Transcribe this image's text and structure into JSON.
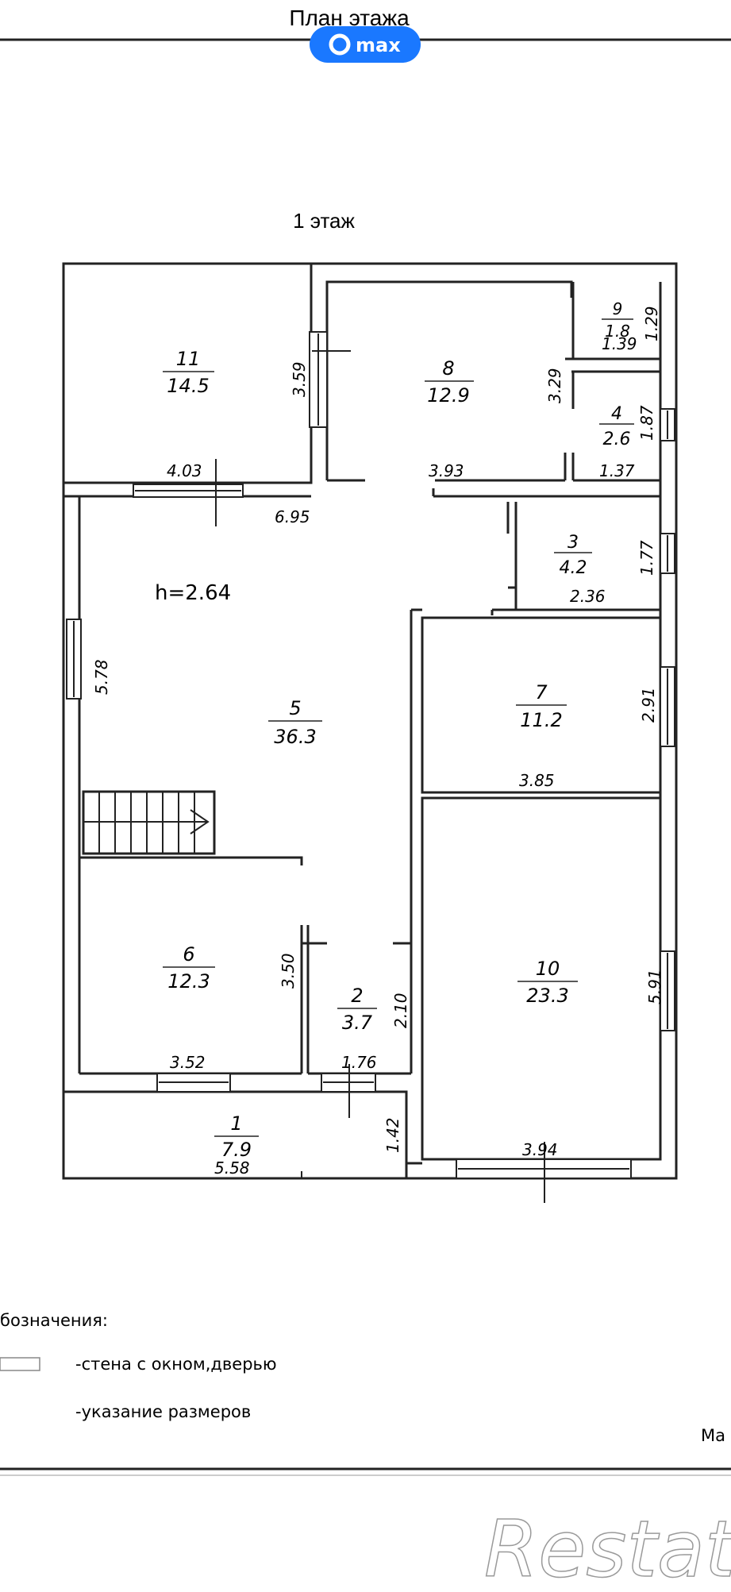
{
  "header": {
    "title": "План этажа",
    "badge_label": "max",
    "badge_color": "#1a78ff"
  },
  "floor": {
    "label": "1 этаж",
    "ceiling_height": "h=2.64"
  },
  "rooms": [
    {
      "id": "room-1",
      "number": "1",
      "area": "7.9"
    },
    {
      "id": "room-2",
      "number": "2",
      "area": "3.7"
    },
    {
      "id": "room-3",
      "number": "3",
      "area": "4.2"
    },
    {
      "id": "room-4",
      "number": "4",
      "area": "2.6"
    },
    {
      "id": "room-5",
      "number": "5",
      "area": "36.3"
    },
    {
      "id": "room-6",
      "number": "6",
      "area": "12.3"
    },
    {
      "id": "room-7",
      "number": "7",
      "area": "11.2"
    },
    {
      "id": "room-8",
      "number": "8",
      "area": "12.9"
    },
    {
      "id": "room-9",
      "number": "9",
      "area": "1.8"
    },
    {
      "id": "room-10",
      "number": "10",
      "area": "23.3"
    },
    {
      "id": "room-11",
      "number": "11",
      "area": "14.5"
    }
  ],
  "dimensions": {
    "d_403": "4.03",
    "d_359": "3.59",
    "d_695": "6.95",
    "d_393": "3.93",
    "d_329": "3.29",
    "d_129": "1.29",
    "d_139": "1.39",
    "d_187": "1.87",
    "d_137": "1.37",
    "d_177": "1.77",
    "d_236": "2.36",
    "d_578": "5.78",
    "d_291": "2.91",
    "d_385": "3.85",
    "d_350": "3.50",
    "d_210": "2.10",
    "d_176": "1.76",
    "d_352": "3.52",
    "d_591": "5.91",
    "d_142": "1.42",
    "d_558": "5.58",
    "d_394": "3.94"
  },
  "legend": {
    "title": "бозначения:",
    "item_window": "-стена с окном,дверью",
    "item_dimensions": "-указание размеров",
    "corner_text": "Ma"
  },
  "watermark": {
    "brand": "Restate"
  }
}
